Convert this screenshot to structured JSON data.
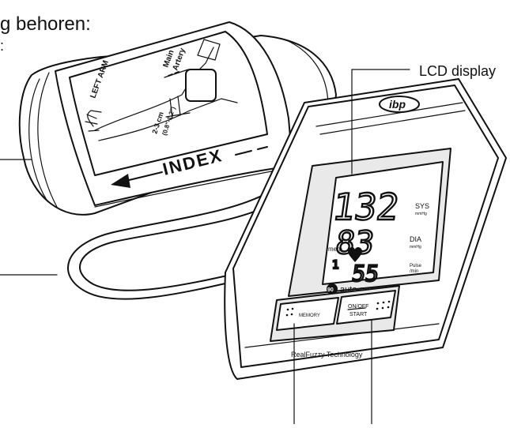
{
  "header_text": "g behoren:",
  "header_text_2": ":",
  "callouts": {
    "lcd_display": "LCD display"
  },
  "cuff": {
    "label_arm": "LEFT ARM",
    "label_artery_1": "Main",
    "label_artery_2": "Artery",
    "measure_cm": "2-3 cm",
    "measure_in": "(0.8\"-1.2\")",
    "index": "INDEX"
  },
  "device": {
    "brand": "ibp",
    "lcd": {
      "sys_value": "132",
      "dia_value": "83",
      "pulse_value": "55",
      "sys_label": "SYS",
      "dia_label": "DIA",
      "unit": "mmHg",
      "pulse_label_1": "Pulse",
      "pulse_label_2": "/min",
      "mem_label": "mem.",
      "mem_number": "1"
    },
    "auto_memory_number": "90",
    "auto_memory_label": "auto-memory",
    "memory_button": "MEMORY",
    "onoff_line1": "ON/OFF",
    "onoff_line2": "START",
    "technology": "RealFuzzy Technology"
  }
}
